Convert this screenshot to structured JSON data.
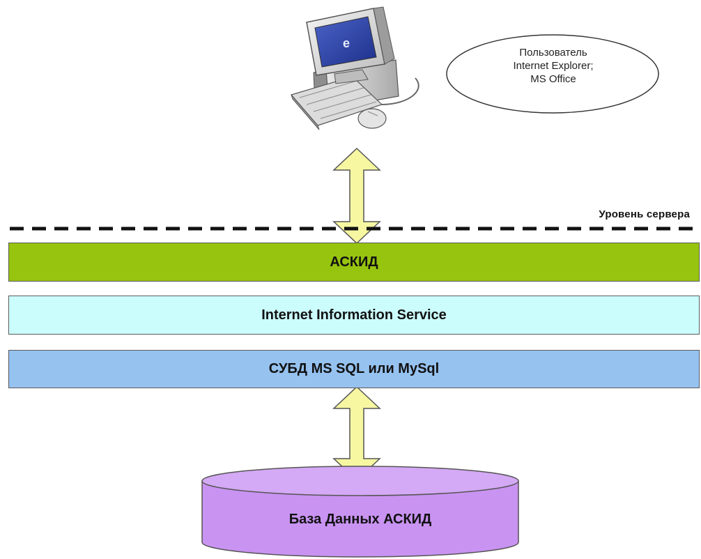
{
  "user": {
    "lines": [
      "Пользователь",
      "Internet Explorer;",
      "MS Office"
    ]
  },
  "server_level_label": "Уровень сервера",
  "layers": {
    "app": "АСКИД",
    "iis": "Internet Information Service",
    "dbms": "СУБД MS SQL или MySql"
  },
  "database": "База Данных АСКИД",
  "icons": {
    "computer": "computer-icon",
    "arrow": "double-arrow-icon",
    "database": "database-cylinder-icon"
  },
  "colors": {
    "app_layer": "#97c40f",
    "iis_layer": "#ccfdfd",
    "dbms_layer": "#96c2f0",
    "database": "#c993f2",
    "arrow_fill": "#f7f7a2"
  }
}
